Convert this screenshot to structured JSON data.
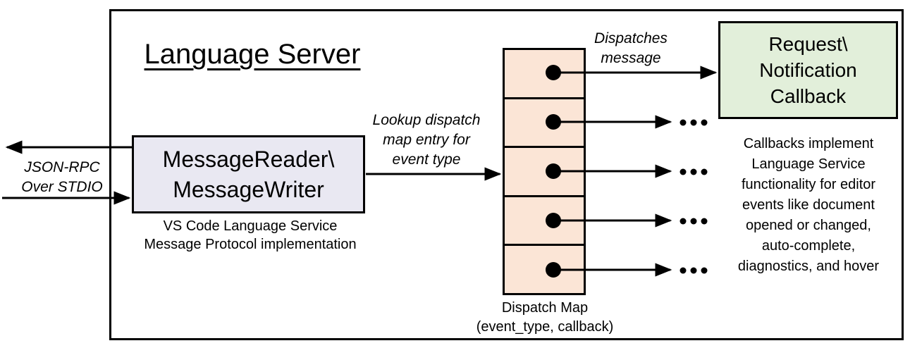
{
  "diagram": {
    "title": "Language Server",
    "io_label": {
      "line1": "JSON-RPC",
      "line2": "Over STDIO"
    },
    "message_box": {
      "line1": "MessageReader\\",
      "line2": "MessageWriter"
    },
    "message_box_caption": {
      "line1": "VS Code Language Service",
      "line2": "Message Protocol implementation"
    },
    "lookup_label": {
      "line1": "Lookup dispatch",
      "line2": "map entry for",
      "line3": "event type"
    },
    "dispatches_label": {
      "line1": "Dispatches",
      "line2": "message"
    },
    "dispatch_map": {
      "row_count": 5,
      "label_line1": "Dispatch Map",
      "label_line2": "(event_type, callback)"
    },
    "callback_box": {
      "line1": "Request\\",
      "line2": "Notification",
      "line3": "Callback"
    },
    "callbacks_note": {
      "line1": "Callbacks implement",
      "line2": "Language Service",
      "line3": "functionality for editor",
      "line4": "events like document",
      "line5": "opened or changed,",
      "line6": "auto-complete,",
      "line7": "diagnostics, and hover"
    },
    "colors": {
      "message_box_fill": "#E9E8F2",
      "dispatch_map_fill": "#FBE5D6",
      "callback_box_fill": "#E2EFDA",
      "line_color": "#000000",
      "background": "#FFFFFF"
    }
  }
}
